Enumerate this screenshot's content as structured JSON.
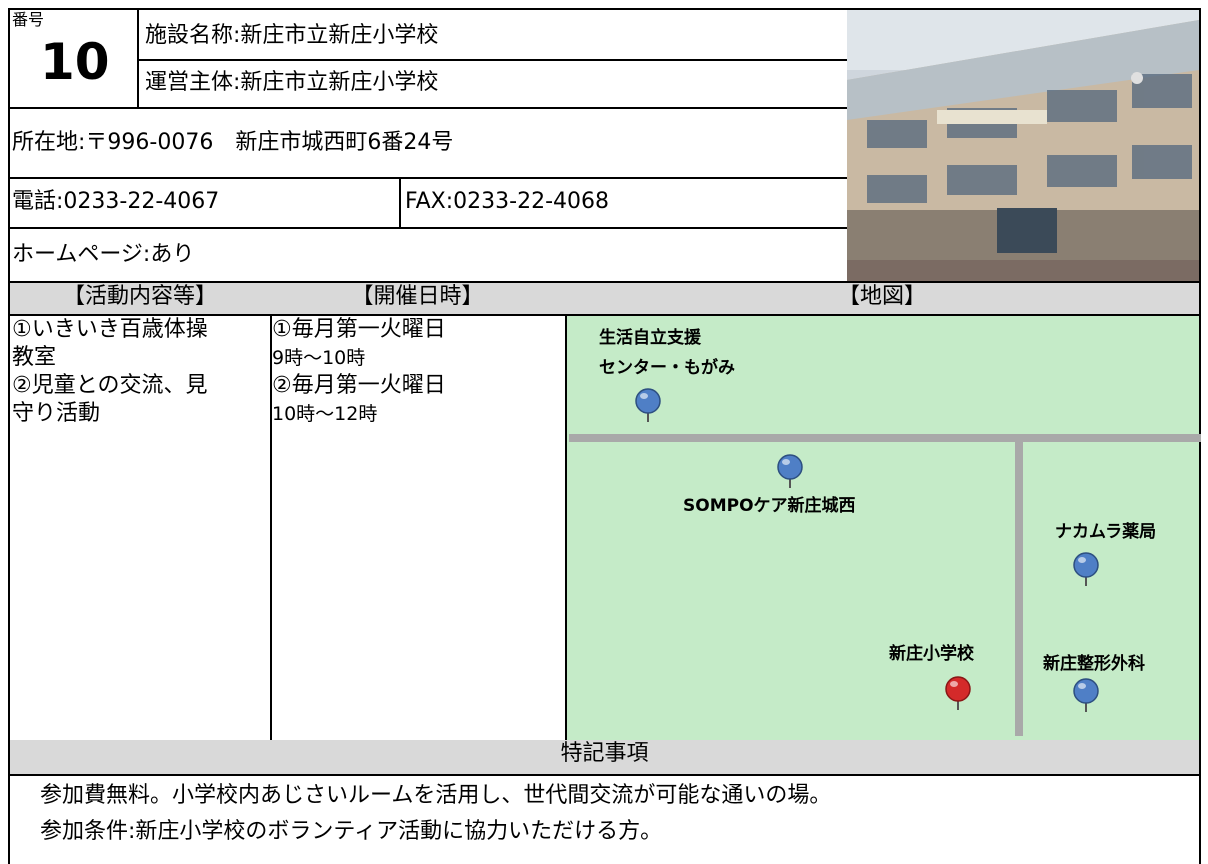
{
  "header": {
    "number_label": "番号",
    "number": "10",
    "facility_name": "施設名称:新庄市立新庄小学校",
    "operator": "運営主体:新庄市立新庄小学校",
    "address": "所在地:〒996-0076　新庄市城西町6番24号",
    "phone": "電話:0233-22-4067",
    "fax": "FAX:0233-22-4068",
    "homepage": "ホームページ:あり"
  },
  "photo": {
    "icon": "school-building-photo"
  },
  "columns": {
    "activities": "【活動内容等】",
    "schedule": "【開催日時】",
    "map": "【地図】"
  },
  "activities": [
    "①いきいき百歳体操",
    "教室",
    "②児童との交流、見",
    "守り活動"
  ],
  "schedule": [
    "①毎月第一火曜日",
    "9時～10時",
    "②毎月第一火曜日",
    "10時～12時"
  ],
  "map": {
    "landmarks": [
      {
        "label_line1": "生活自立支援",
        "label_line2": "センター・もがみ",
        "pin": "blue"
      },
      {
        "label_line1": "SOMPOケア新庄城西",
        "pin": "blue"
      },
      {
        "label_line1": "ナカムラ薬局",
        "pin": "blue"
      },
      {
        "label_line1": "新庄小学校",
        "pin": "red"
      },
      {
        "label_line1": "新庄整形外科",
        "pin": "blue"
      }
    ],
    "colors": {
      "background": "#c5ebc8",
      "road": "#a9a9a9",
      "pin_blue": "#4f7fc6",
      "pin_red": "#d42a2a"
    }
  },
  "notes": {
    "header": "特記事項",
    "line1": "参加費無料。小学校内あじさいルームを活用し、世代間交流が可能な通いの場。",
    "line2": "参加条件:新庄小学校のボランティア活動に協力いただける方。"
  }
}
